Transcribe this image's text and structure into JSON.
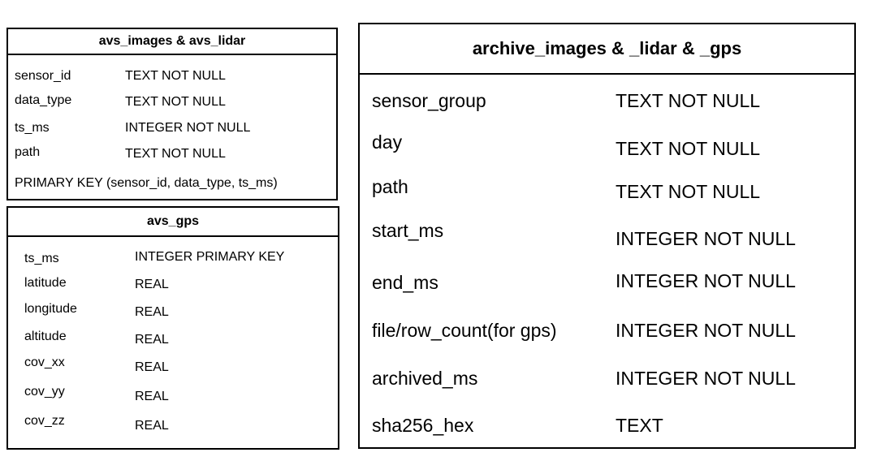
{
  "tables": [
    {
      "title": "avs_images & avs_lidar",
      "columns": [
        {
          "name": "sensor_id",
          "type": "TEXT NOT NULL"
        },
        {
          "name": "data_type",
          "type": "TEXT NOT NULL"
        },
        {
          "name": "ts_ms",
          "type": "INTEGER NOT NULL"
        },
        {
          "name": "path",
          "type": "TEXT NOT NULL"
        }
      ],
      "primary_key": "PRIMARY KEY (sensor_id, data_type, ts_ms)"
    },
    {
      "title": "avs_gps",
      "columns": [
        {
          "name": "ts_ms",
          "type": "INTEGER PRIMARY KEY"
        },
        {
          "name": "latitude",
          "type": "REAL"
        },
        {
          "name": "longitude",
          "type": "REAL"
        },
        {
          "name": "altitude",
          "type": "REAL"
        },
        {
          "name": "cov_xx",
          "type": "REAL"
        },
        {
          "name": "cov_yy",
          "type": "REAL"
        },
        {
          "name": "cov_zz",
          "type": "REAL"
        }
      ]
    },
    {
      "title": "archive_images & _lidar & _gps",
      "columns": [
        {
          "name": "sensor_group",
          "type": "TEXT NOT NULL"
        },
        {
          "name": "day",
          "type": "TEXT NOT NULL"
        },
        {
          "name": "path",
          "type": "TEXT NOT NULL"
        },
        {
          "name": "start_ms",
          "type": "INTEGER NOT NULL"
        },
        {
          "name": "end_ms",
          "type": "INTEGER NOT NULL"
        },
        {
          "name": "file/row_count(for gps)",
          "type": "INTEGER NOT NULL"
        },
        {
          "name": "archived_ms",
          "type": "INTEGER NOT NULL"
        },
        {
          "name": "sha256_hex",
          "type": "TEXT"
        }
      ]
    }
  ]
}
